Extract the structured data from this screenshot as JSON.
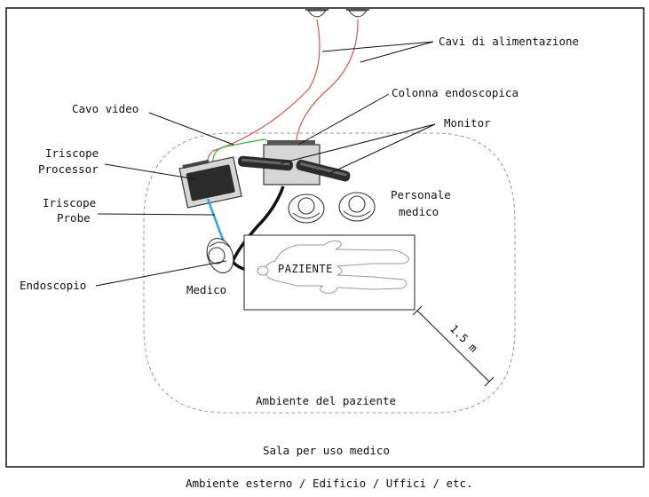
{
  "labels": {
    "power_cables": "Cavi di alimentazione",
    "endoscopic_column": "Colonna endoscopica",
    "video_cable": "Cavo video",
    "monitor": "Monitor",
    "iriscope_processor_line1": "Iriscope",
    "iriscope_processor_line2": "Processor",
    "iriscope_probe_line1": "Iriscope",
    "iriscope_probe_line2": "Probe",
    "medical_staff_line1": "Personale",
    "medical_staff_line2": "medico",
    "endoscope": "Endoscopio",
    "doctor": "Medico",
    "patient": "PAZIENTE",
    "distance": "1.5 m",
    "patient_environment": "Ambiente del paziente",
    "medical_room": "Sala per uso medico",
    "outside_environment": "Ambiente esterno / Edificio / Uffici / etc."
  },
  "colors": {
    "power_cable": "#d9534f",
    "video_cable": "#3cb043",
    "probe_cable": "#29a8e0",
    "endoscope_cable": "#111111",
    "screen": "#2b2b2b",
    "device_body": "#d6d6d6"
  }
}
